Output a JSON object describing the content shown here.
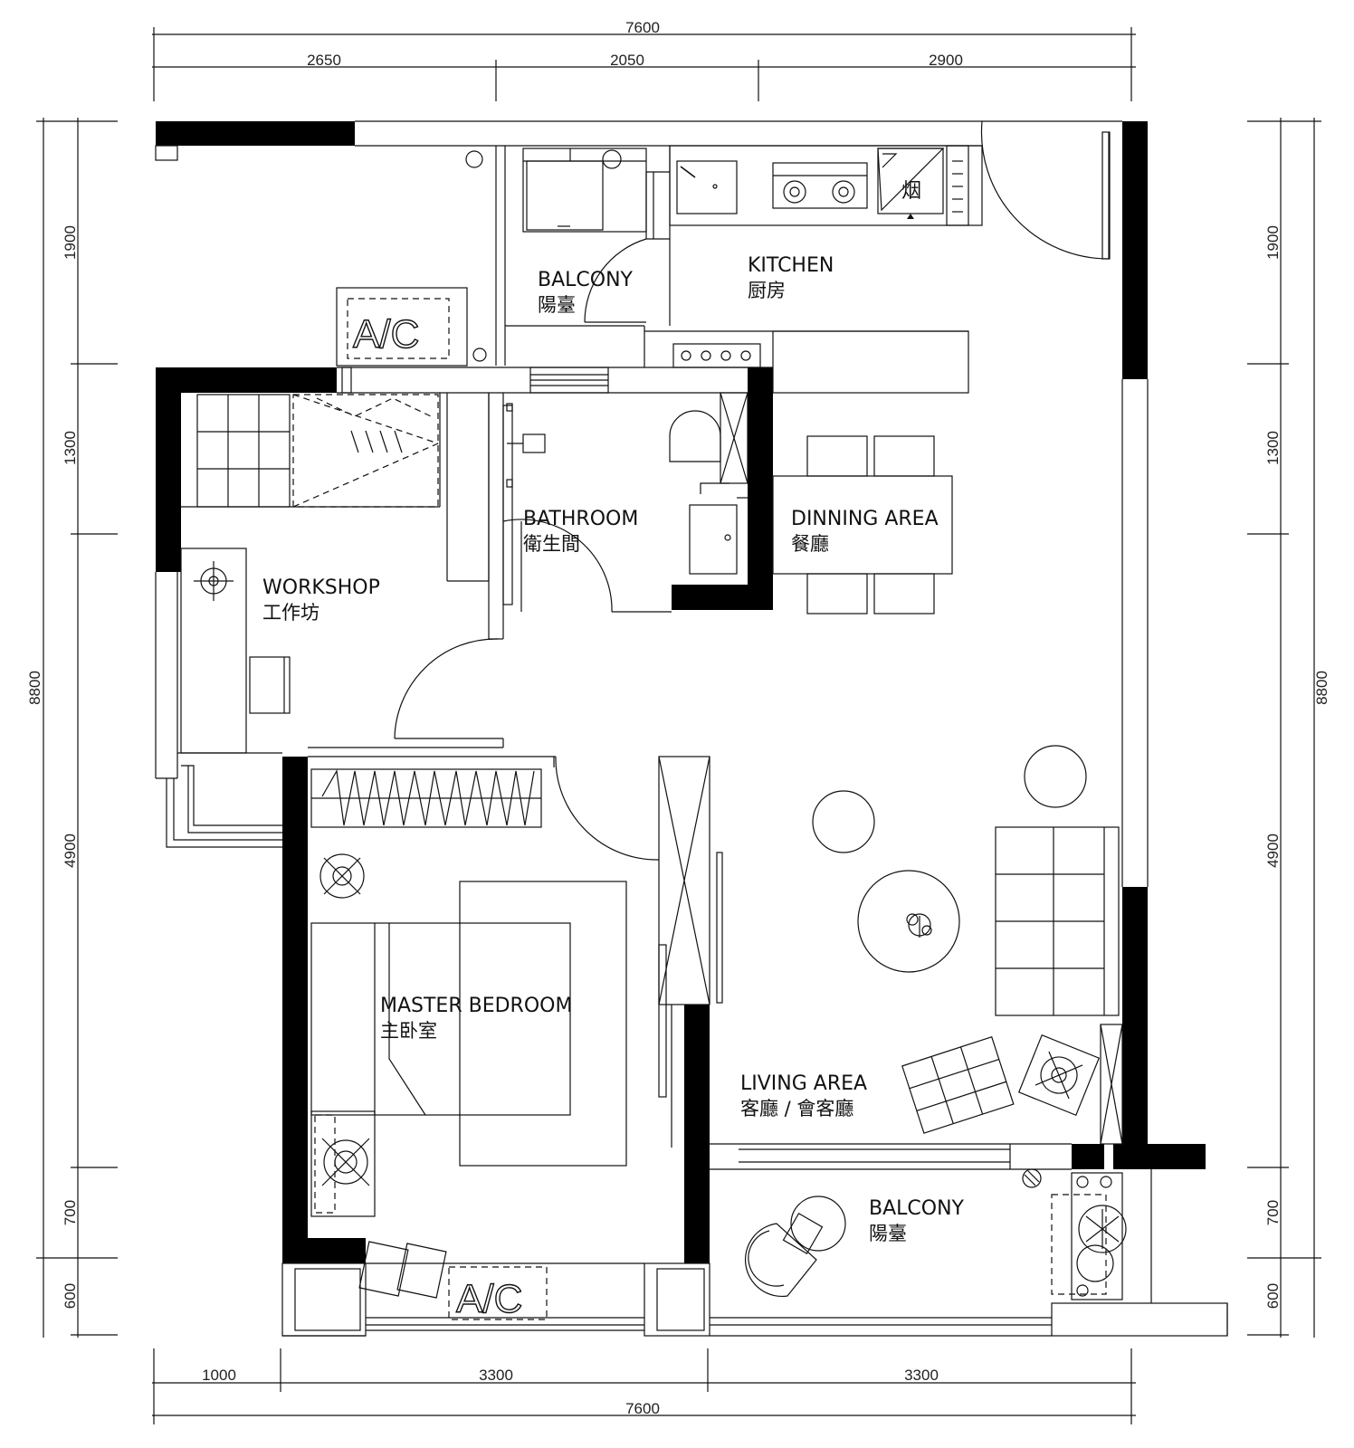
{
  "dimensions": {
    "top_total": "7600",
    "top_segments": [
      "2650",
      "2050",
      "2900"
    ],
    "bottom_total": "7600",
    "bottom_segments": [
      "1000",
      "3300",
      "3300"
    ],
    "left_total": "8800",
    "left_segments": [
      "1900",
      "1300",
      "4900",
      "700",
      "600"
    ],
    "right_total": "8800",
    "right_segments": [
      "1900",
      "1300",
      "4900",
      "700",
      "600"
    ]
  },
  "rooms": {
    "balcony_top": {
      "en": "BALCONY",
      "cn": "陽臺"
    },
    "kitchen": {
      "en": "KITCHEN",
      "cn": "厨房"
    },
    "bathroom": {
      "en": "BATHROOM",
      "cn": "衛生間"
    },
    "dining": {
      "en": "DINNING AREA",
      "cn": "餐廳"
    },
    "workshop": {
      "en": "WORKSHOP",
      "cn": "工作坊"
    },
    "master_bedroom": {
      "en": "MASTER BEDROOM",
      "cn": "主卧室"
    },
    "living": {
      "en": "LIVING AREA",
      "cn": "客廳 / 會客廳"
    },
    "balcony_bottom": {
      "en": "BALCONY",
      "cn": "陽臺"
    }
  },
  "fixtures": {
    "ac_top": "A/C",
    "ac_bottom": "A/C",
    "hood": "烟"
  }
}
